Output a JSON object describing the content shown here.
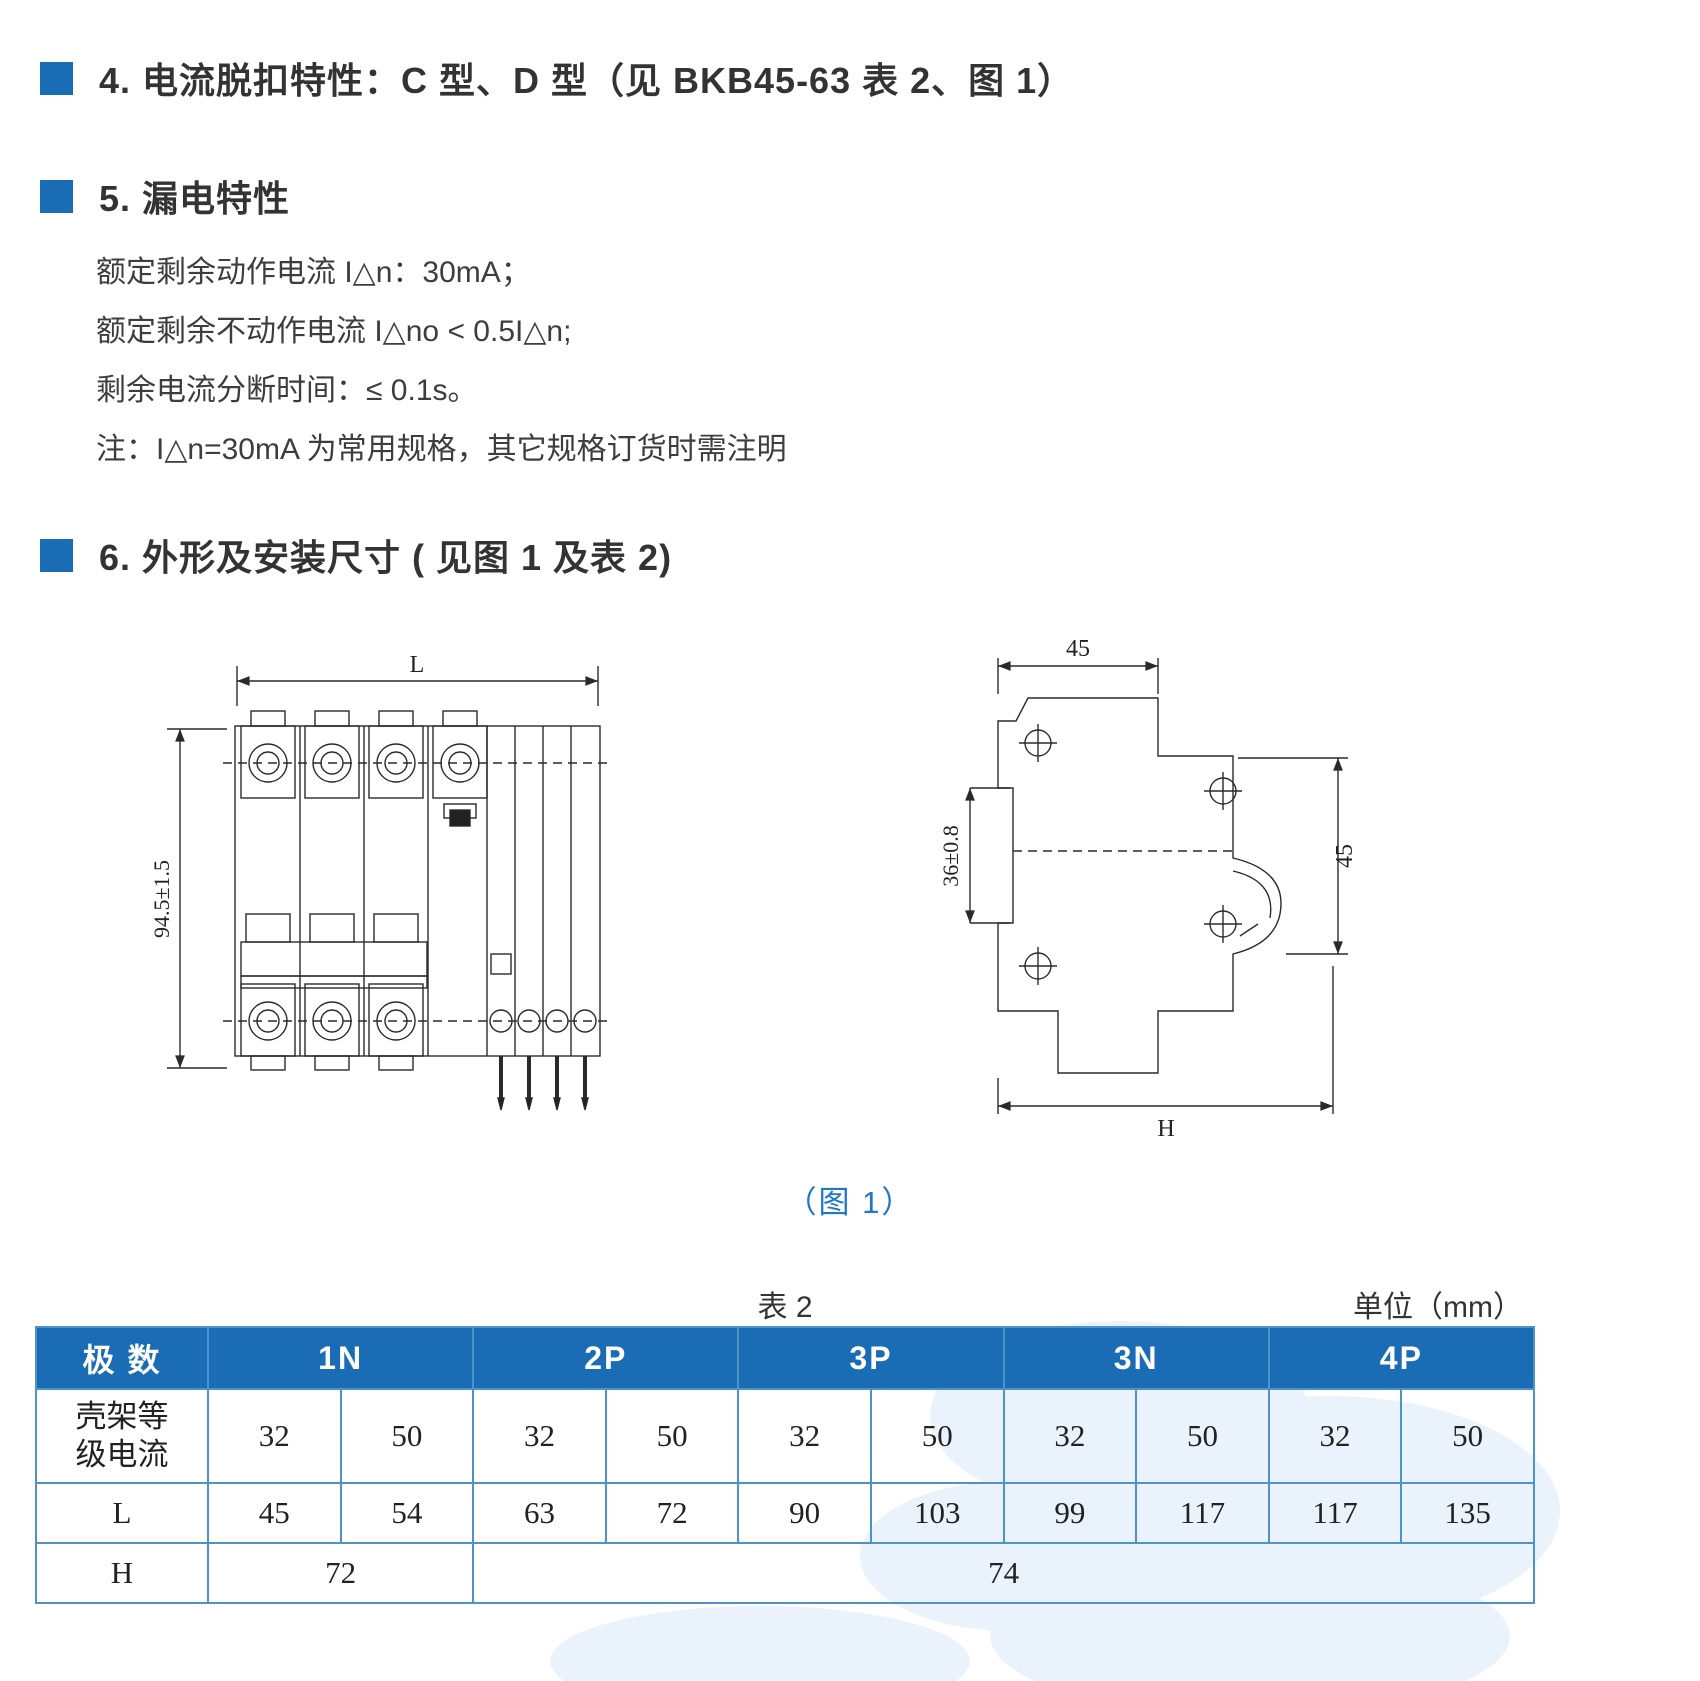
{
  "accent": "#1a6cb5",
  "sections": {
    "s4": "4. 电流脱扣特性：C 型、D 型（见 BKB45-63 表 2、图 1）",
    "s5": "5. 漏电特性",
    "s6": "6. 外形及安装尺寸 ( 见图 1 及表 2)"
  },
  "leakage": {
    "line1": "额定剩余动作电流 I△n：30mA；",
    "line2": "额定剩余不动作电流 I△no < 0.5I△n;",
    "line3": "剩余电流分断时间：≤ 0.1s。",
    "line4": "注：I△n=30mA 为常用规格，其它规格订货时需注明"
  },
  "figure": {
    "caption": "（图 1）",
    "front": {
      "dim_width": "L",
      "dim_height": "94.5±1.5"
    },
    "side": {
      "dim_top": "45",
      "dim_left": "36±0.8",
      "dim_right": "45",
      "dim_bottom": "H"
    }
  },
  "table": {
    "title": "表 2",
    "unit": "单位（mm）",
    "corner": "极 数",
    "groups": [
      "1N",
      "2P",
      "3P",
      "3N",
      "4P"
    ],
    "row_frame": {
      "label": "壳架等\n级电流",
      "values": [
        "32",
        "50",
        "32",
        "50",
        "32",
        "50",
        "32",
        "50",
        "32",
        "50"
      ]
    },
    "row_L": {
      "label": "L",
      "values": [
        "45",
        "54",
        "63",
        "72",
        "90",
        "103",
        "99",
        "117",
        "117",
        "135"
      ]
    },
    "row_H": {
      "label": "H",
      "cells": [
        {
          "text": "72",
          "span": 2
        },
        {
          "text": "74",
          "span": 8
        }
      ]
    }
  }
}
